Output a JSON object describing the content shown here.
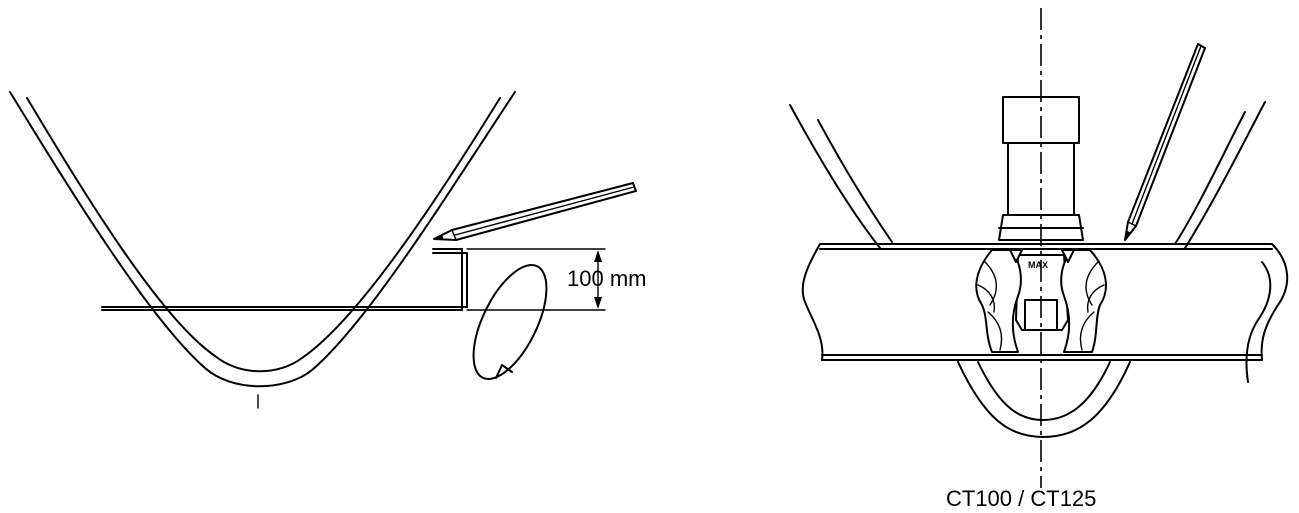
{
  "left_figure": {
    "dimension_label": "100 mm"
  },
  "right_figure": {
    "model_label": "CT100 / CT125",
    "impeller_mark": "MAX"
  }
}
